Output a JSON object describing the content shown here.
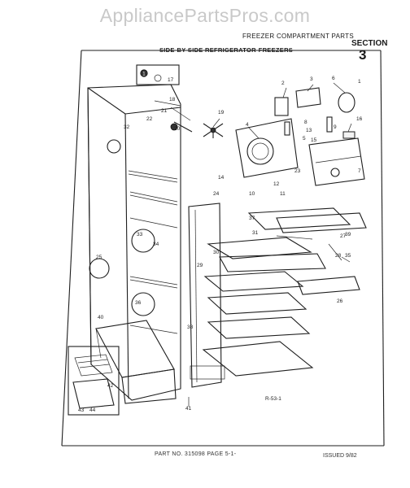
{
  "watermark": "AppliancePartsPros.com",
  "header": {
    "compartment": "FREEZER COMPARTMENT PARTS",
    "section_label": "SECTION",
    "section_number": "3",
    "title": "SIDE-BY-SIDE REFRIGERATOR-FREEZERS"
  },
  "footer": {
    "part_no": "PART NO. 315098   PAGE 5-1-",
    "issued": "ISSUED 9/82"
  },
  "diagram": {
    "reference": "R-53-1",
    "inset_marker": "1",
    "callouts": [
      "1",
      "2",
      "3",
      "4",
      "5",
      "6",
      "7",
      "8",
      "9",
      "10",
      "11",
      "12",
      "13",
      "14",
      "15",
      "16",
      "17",
      "18",
      "19",
      "20",
      "21",
      "22",
      "23",
      "24",
      "25",
      "26",
      "27",
      "28",
      "29",
      "30",
      "31",
      "32",
      "33",
      "34",
      "35",
      "36",
      "37",
      "38",
      "39",
      "40",
      "41",
      "42",
      "43",
      "44"
    ]
  }
}
